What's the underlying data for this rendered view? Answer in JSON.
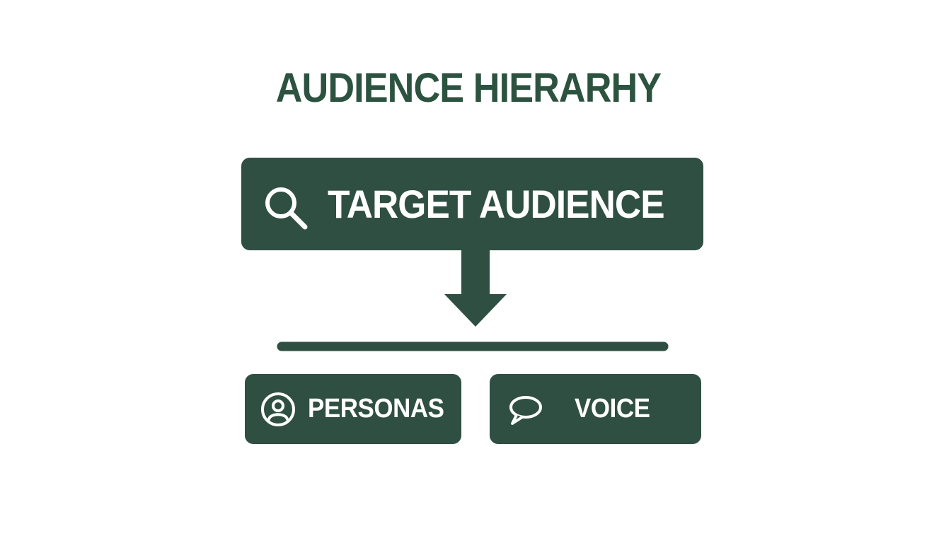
{
  "diagram": {
    "title": "AUDIENCE HIERARHY",
    "root": {
      "label": "TARGET AUDIENCE",
      "icon": "search-icon"
    },
    "children": [
      {
        "label": "PERSONAS",
        "icon": "user-icon"
      },
      {
        "label": "VOICE",
        "icon": "speech-bubble-icon"
      }
    ],
    "colors": {
      "primary": "#2f4f43",
      "title": "#2c5240",
      "background": "#ffffff",
      "text_on_primary": "#ffffff"
    }
  }
}
